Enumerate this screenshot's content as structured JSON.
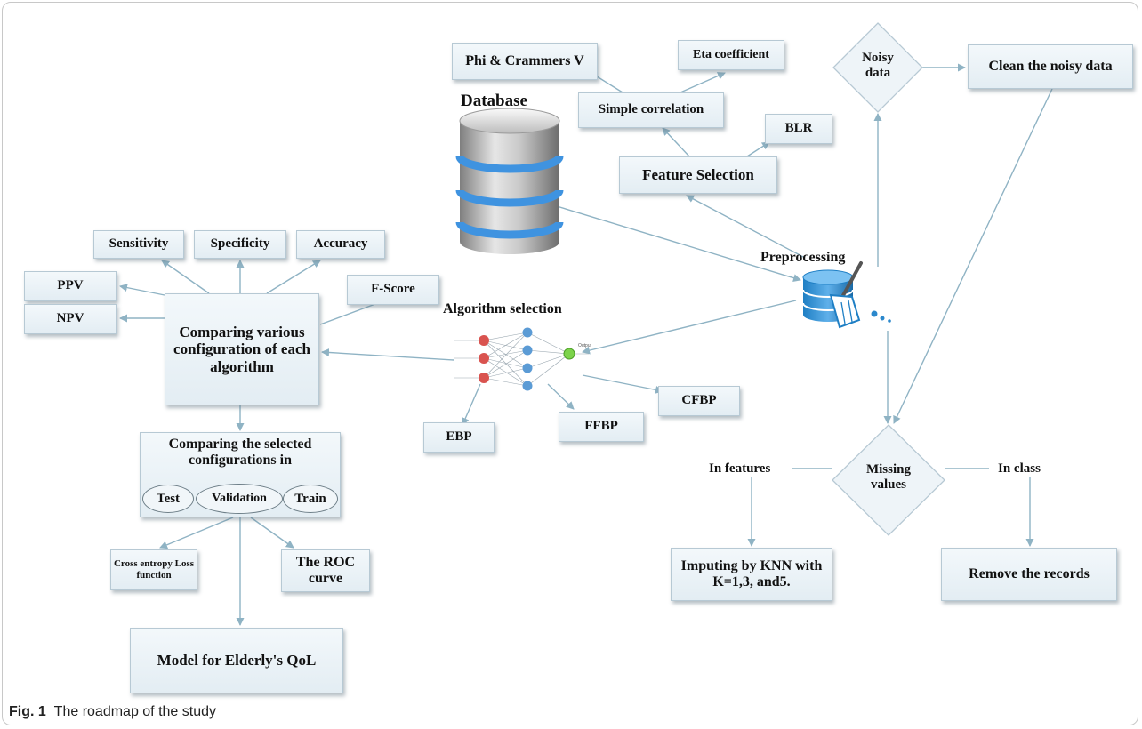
{
  "nodes": {
    "phi_crammers": "Phi & Crammers V",
    "eta_coefficient": "Eta coefficient",
    "database": "Database",
    "simple_correlation": "Simple correlation",
    "blr": "BLR",
    "feature_selection": "Feature Selection",
    "noisy_data": "Noisy data",
    "clean_noisy_data": "Clean the noisy data",
    "preprocessing": "Preprocessing",
    "sensitivity": "Sensitivity",
    "specificity": "Specificity",
    "accuracy": "Accuracy",
    "ppv": "PPV",
    "npv": "NPV",
    "f_score": "F-Score",
    "comparing_configs": "Comparing various configuration of each algorithm",
    "algorithm_selection": "Algorithm selection",
    "ebp": "EBP",
    "ffbp": "FFBP",
    "cfbp": "CFBP",
    "comparing_selected": "Comparing the selected configurations in",
    "test": "Test",
    "validation": "Validation",
    "train": "Train",
    "cross_entropy": "Cross entropy Loss function",
    "roc_curve": "The ROC curve",
    "model": "Model for Elderly's QoL",
    "missing_values": "Missing values",
    "in_features": "In features",
    "in_class": "In class",
    "imputing_knn": "Imputing by KNN with K=1,3, and5.",
    "remove_records": "Remove the records"
  },
  "nn_output_label": "Output",
  "caption": {
    "fig_label": "Fig. 1",
    "text": "The roadmap of the study"
  },
  "colors": {
    "arrow": "#8fb3c4",
    "box_border": "#b7c9d4",
    "db_blue": "#3f93e0",
    "nn_red": "#d9534f",
    "nn_blue": "#5b9bd5",
    "nn_green": "#7cd34b"
  }
}
